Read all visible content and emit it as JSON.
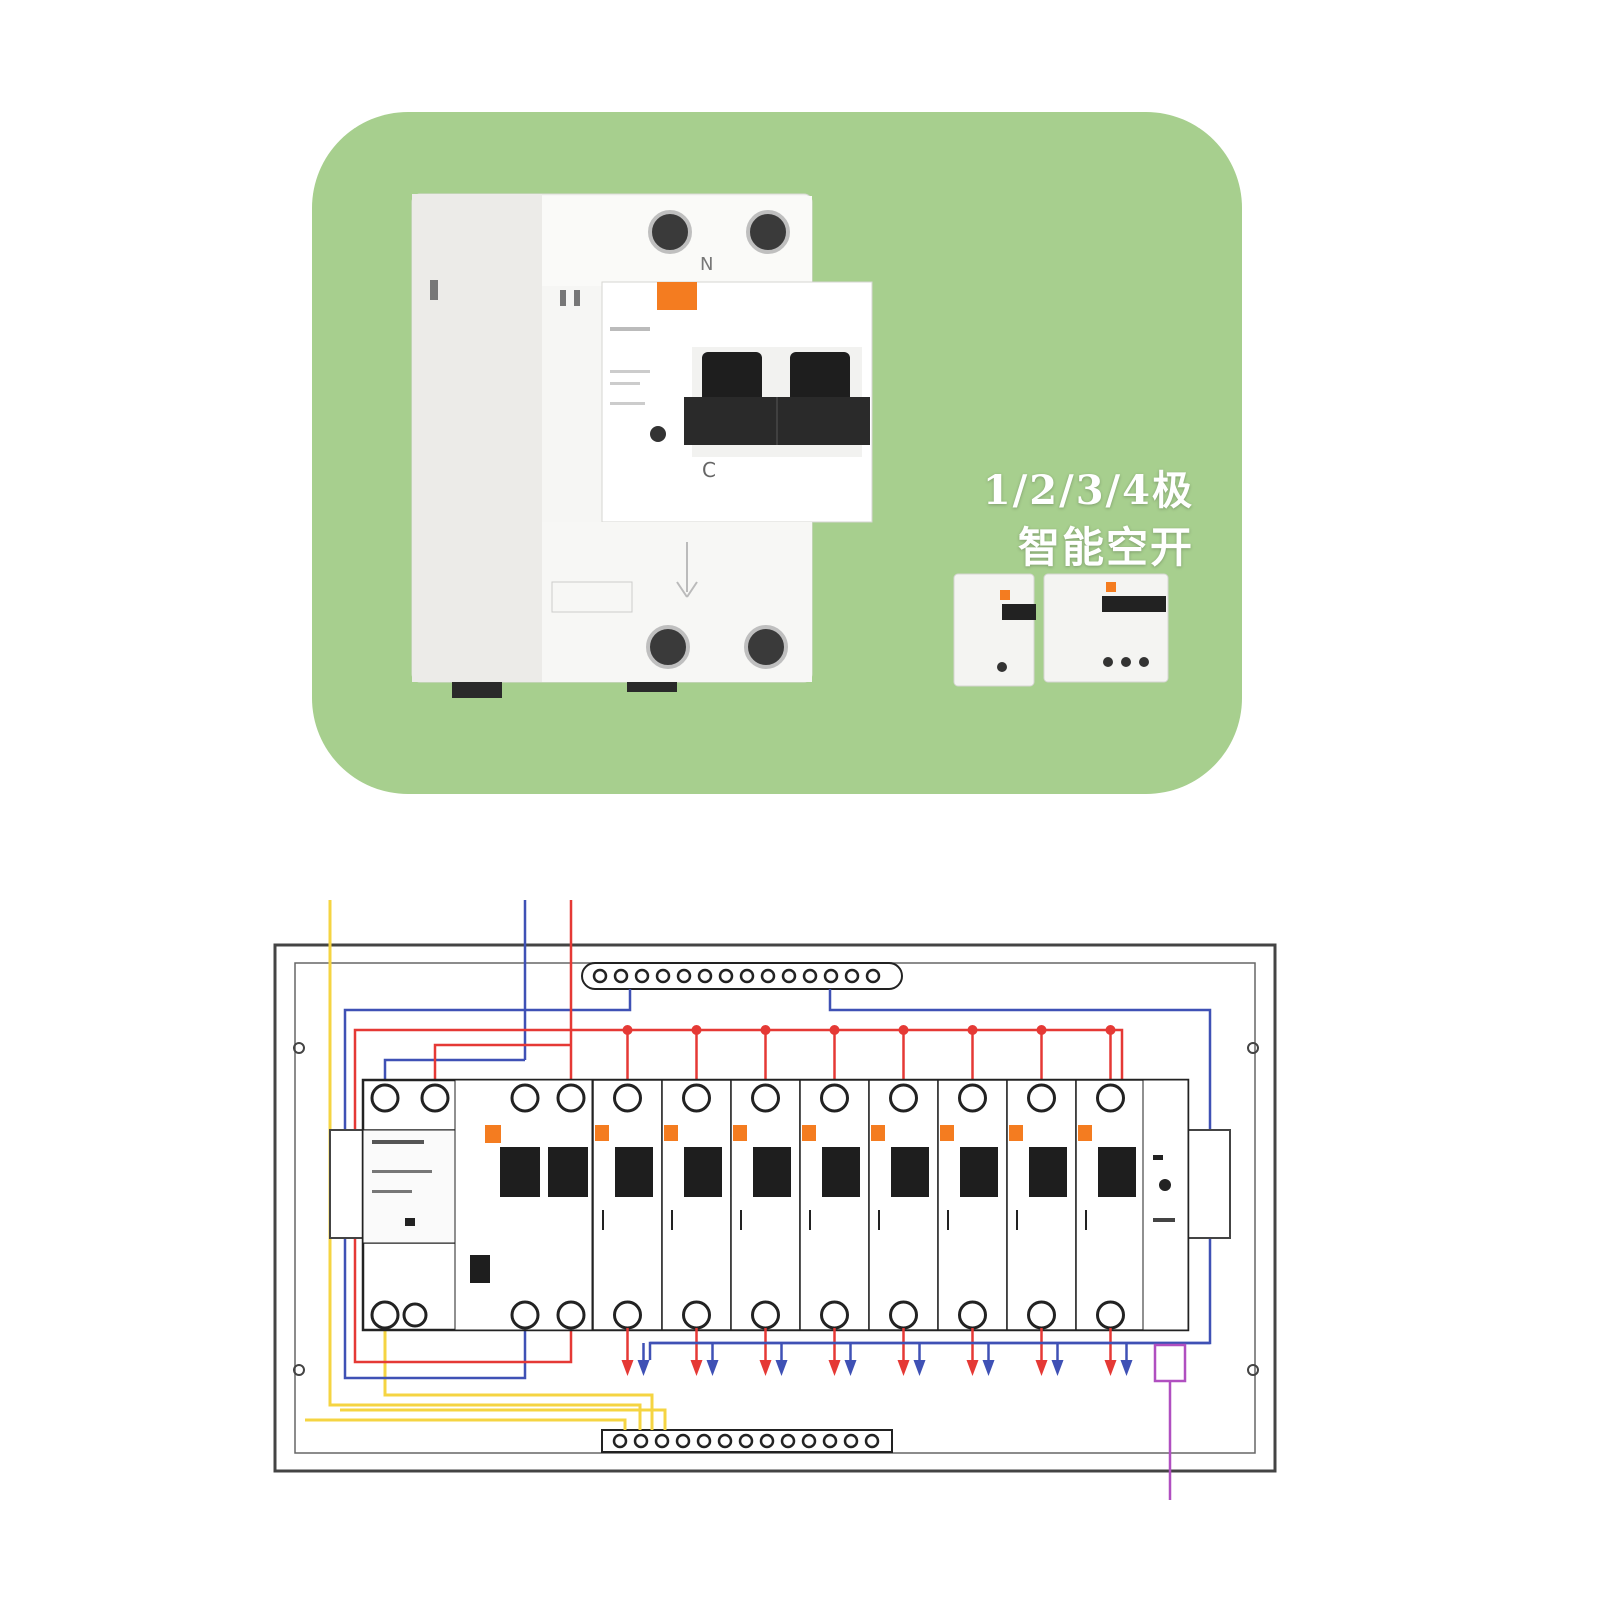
{
  "product_card": {
    "caption_poles": "1/2/3/4极",
    "caption_name": "智能空开",
    "breaker_mark_n": "N",
    "breaker_mark_curve": "C",
    "background_color": "#a7cf8e",
    "accent_color": "#f47c20"
  },
  "wiring_diagram": {
    "colors": {
      "live": "#e53935",
      "neutral": "#3f51b5",
      "earth": "#f5d442",
      "signal": "#b04fc0"
    },
    "breaker_count": 10,
    "outgoing_circuit_count": 8
  }
}
